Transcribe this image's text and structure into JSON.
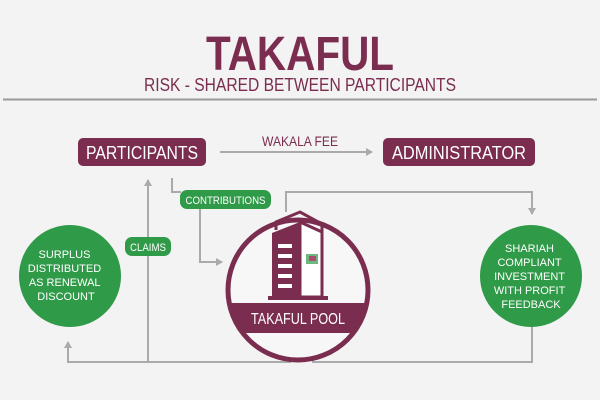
{
  "title": "TAKAFUL",
  "subtitle": "RISK - SHARED BETWEEN PARTICIPANTS",
  "nodes": {
    "participants": "PARTICIPANTS",
    "administrator": "ADMINISTRATOR",
    "pool": "TAKAFUL POOL",
    "surplus": [
      "SURPLUS",
      "DISTRIBUTED",
      "AS RENEWAL",
      "DISCOUNT"
    ],
    "investment": [
      "SHARIAH",
      "COMPLIANT",
      "INVESTMENT",
      "WITH PROFIT",
      "FEEDBACK"
    ]
  },
  "flows": {
    "wakala_fee": "WAKALA FEE",
    "contributions": "CONTRIBUTIONS",
    "claims": "CLAIMS"
  },
  "colors": {
    "maroon": "#7b2d4f",
    "green": "#2f9a48",
    "arrow": "#aaaaaa",
    "background": "#f3f3f3"
  }
}
